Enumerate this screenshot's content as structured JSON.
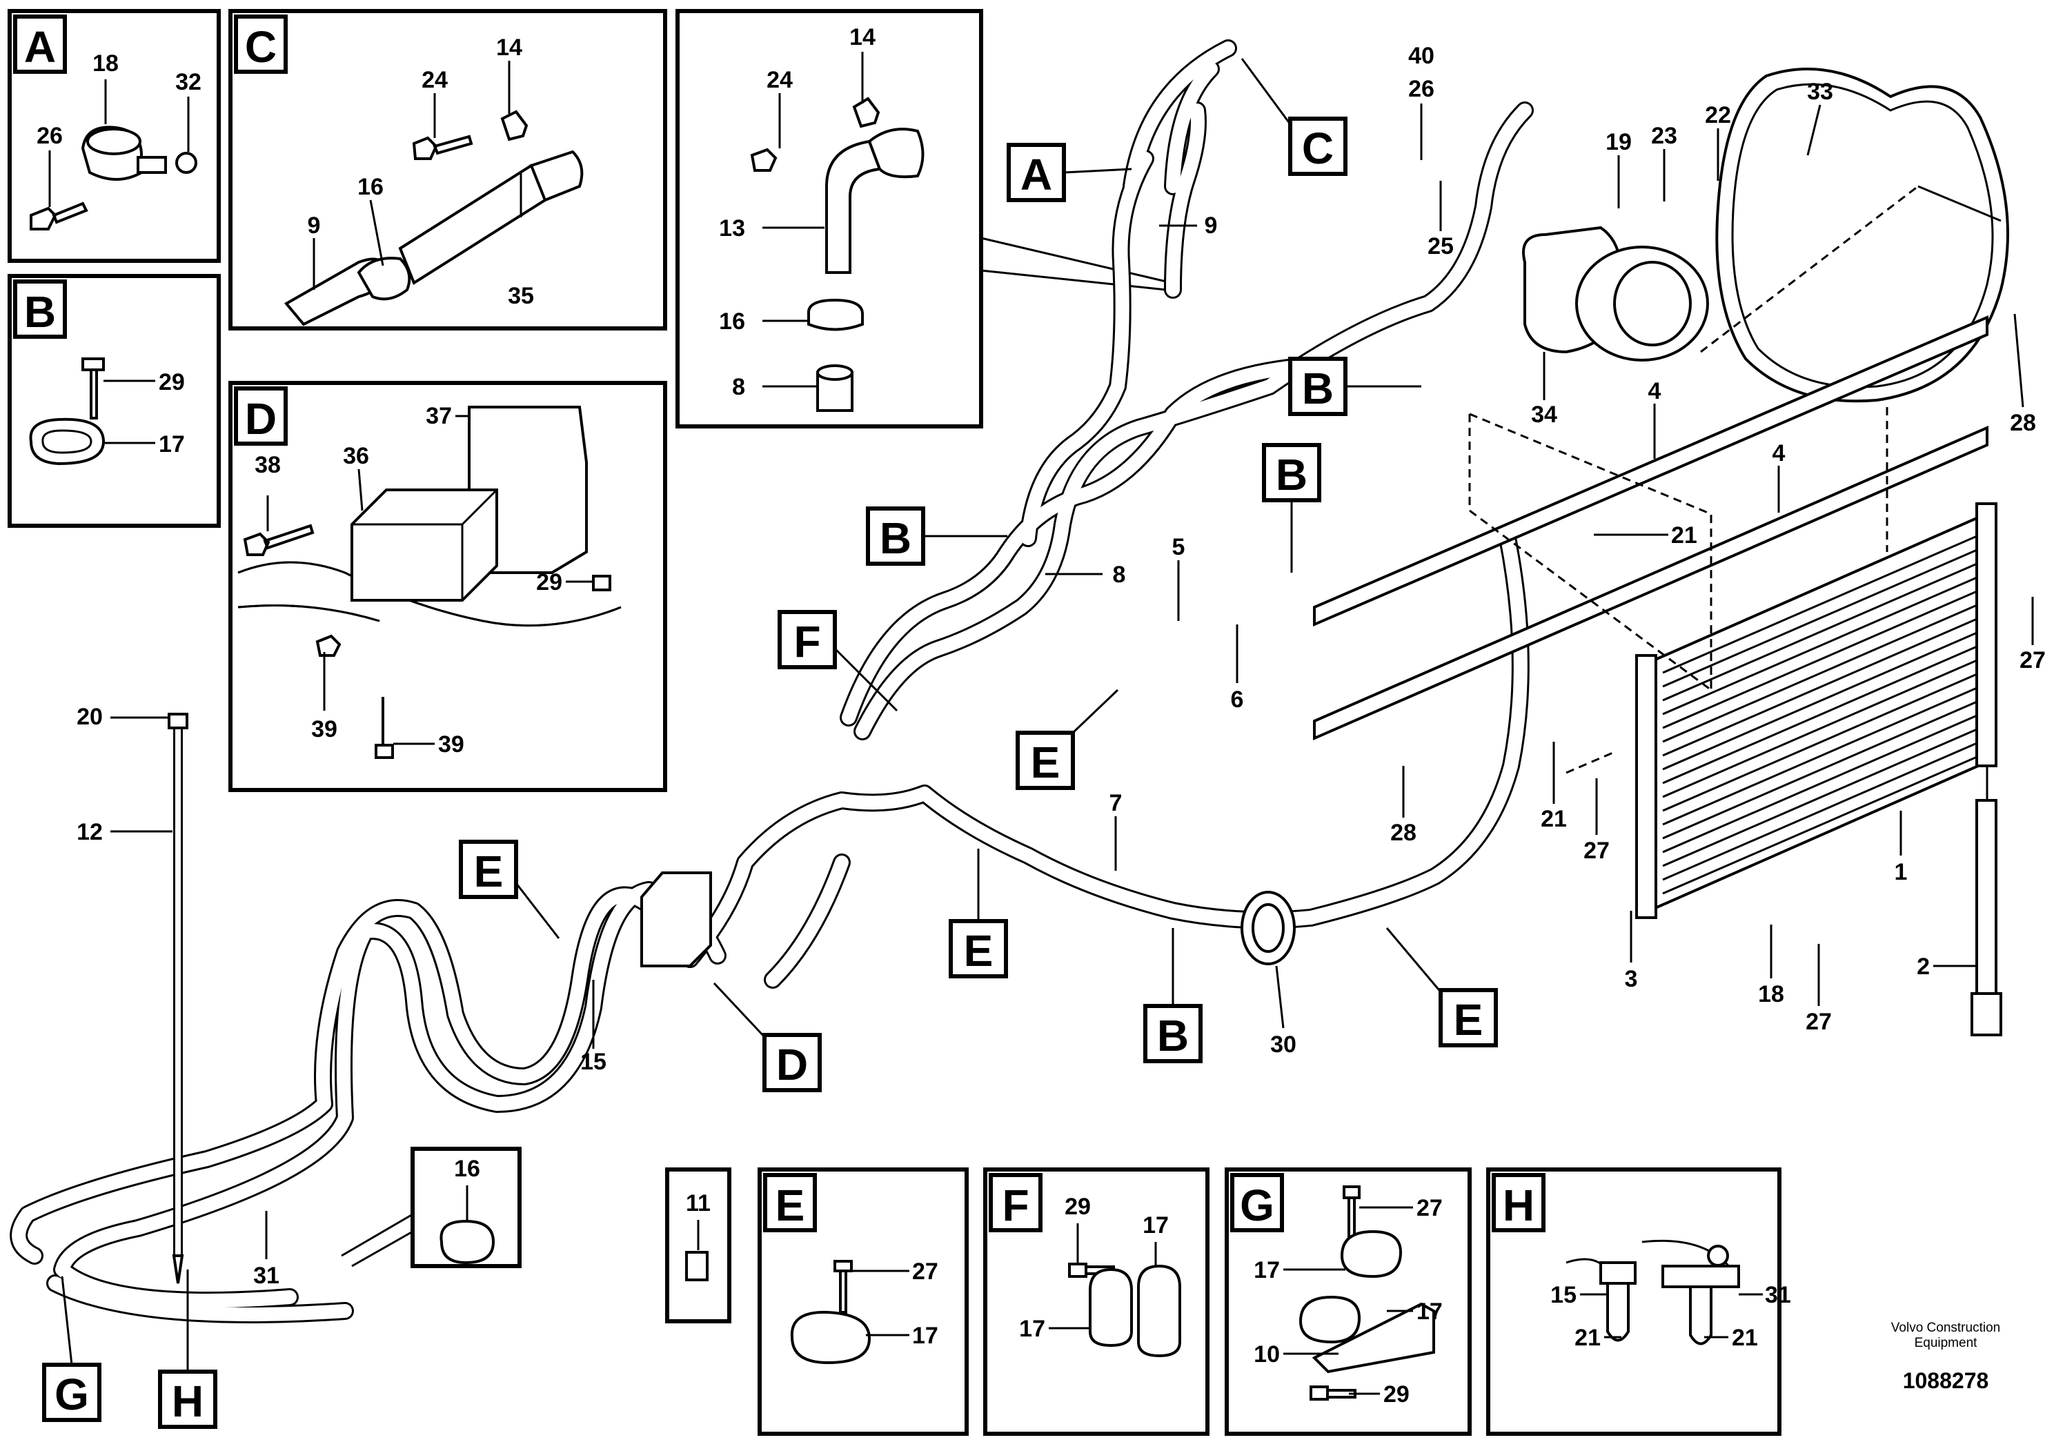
{
  "detail_boxes": {
    "A": {
      "letter": "A",
      "parts": [
        "18",
        "32",
        "26"
      ]
    },
    "B": {
      "letter": "B",
      "parts": [
        "29",
        "17"
      ]
    },
    "C": {
      "letter": "C",
      "parts": [
        "14",
        "24",
        "16",
        "9",
        "35"
      ]
    },
    "inset_13": {
      "parts": [
        "14",
        "24",
        "13",
        "16",
        "8"
      ]
    },
    "D": {
      "letter": "D",
      "parts": [
        "37",
        "36",
        "38",
        "29",
        "39",
        "39"
      ]
    },
    "inset_11": {
      "parts": [
        "11"
      ]
    },
    "E": {
      "letter": "E",
      "parts": [
        "27",
        "17"
      ]
    },
    "F": {
      "letter": "F",
      "parts": [
        "29",
        "17",
        "17"
      ]
    },
    "G": {
      "letter": "G",
      "parts": [
        "27",
        "17",
        "17",
        "10",
        "29"
      ]
    },
    "H": {
      "letter": "H",
      "parts": [
        "15",
        "31",
        "21",
        "21"
      ]
    },
    "inset_16": {
      "parts": [
        "16"
      ]
    }
  },
  "main_callouts": {
    "letters": [
      "A",
      "C",
      "B",
      "B",
      "B",
      "F",
      "E",
      "E",
      "E",
      "B",
      "E",
      "D",
      "G",
      "H"
    ],
    "numbers": [
      "40",
      "26",
      "25",
      "19",
      "23",
      "22",
      "33",
      "34",
      "28",
      "4",
      "4",
      "21",
      "27",
      "21",
      "27",
      "28",
      "5",
      "6",
      "8",
      "9",
      "7",
      "1",
      "2",
      "3",
      "18",
      "27",
      "30",
      "15",
      "20",
      "12",
      "31"
    ]
  },
  "footer": {
    "brand_line1": "Volvo Construction",
    "brand_line2": "Equipment",
    "doc_number": "1088278"
  }
}
